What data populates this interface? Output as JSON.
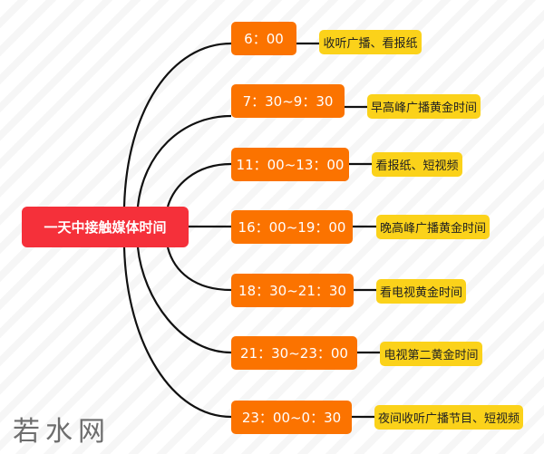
{
  "root": {
    "label": "一天中接触媒体时间"
  },
  "branches": [
    {
      "time": "6：00",
      "desc": "收听广播、看报纸"
    },
    {
      "time": "7：30~9：30",
      "desc": "早高峰广播黄金时间"
    },
    {
      "time": "11：00~13：00",
      "desc": "看报纸、短视频"
    },
    {
      "time": "16：00~19：00",
      "desc": "晚高峰广播黄金时间"
    },
    {
      "time": "18：30~21：30",
      "desc": "看电视黄金时间"
    },
    {
      "time": "21：30~23：00",
      "desc": "电视第二黄金时间"
    },
    {
      "time": "23：00~0：30",
      "desc": "夜间收听广播节目、短视频"
    }
  ],
  "watermark": "若水网",
  "colors": {
    "root": "#f5303a",
    "time": "#fb7300",
    "desc": "#fbd21a",
    "line": "#111111"
  }
}
